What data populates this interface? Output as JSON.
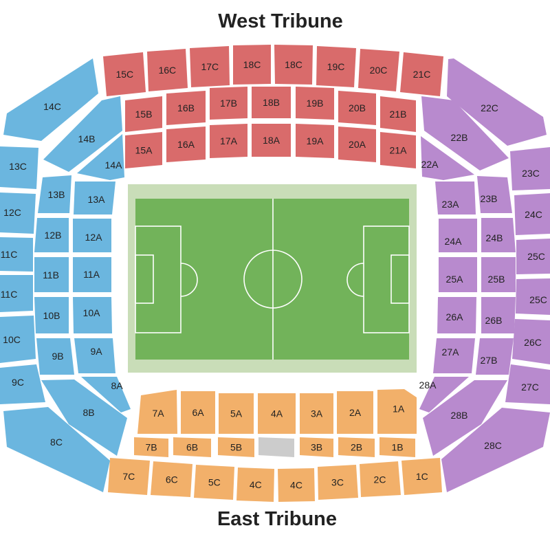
{
  "titles": {
    "north": "West Tribune",
    "south": "East Tribune"
  },
  "colors": {
    "west": "#d96b6b",
    "east": "#f2b06a",
    "north": "#6bb6df",
    "south": "#b88ace",
    "unsold": "#cccccc",
    "pitch_outer": "#c9ddb8",
    "pitch": "#72b35a"
  },
  "sections": {
    "west_c": [
      "15C",
      "16C",
      "17C",
      "18C",
      "18C",
      "19C",
      "20C",
      "21C"
    ],
    "west_b": [
      "15B",
      "16B",
      "17B",
      "18B",
      "19B",
      "20B",
      "21B"
    ],
    "west_a": [
      "15A",
      "16A",
      "17A",
      "18A",
      "19A",
      "20A",
      "21A"
    ],
    "east_a": [
      "7A",
      "6A",
      "5A",
      "4A",
      "3A",
      "2A",
      "1A"
    ],
    "east_b": [
      "7B",
      "6B",
      "5B",
      "",
      "3B",
      "2B",
      "1B"
    ],
    "east_c": [
      "7C",
      "6C",
      "5C",
      "4C",
      "4C",
      "3C",
      "2C",
      "1C"
    ],
    "left_c": [
      "14C",
      "13C",
      "12C",
      "11C",
      "11C",
      "10C",
      "9C",
      "8C"
    ],
    "left_b": [
      "14B",
      "13B",
      "12B",
      "11B",
      "10B",
      "9B",
      "8B"
    ],
    "left_a": [
      "14A",
      "13A",
      "12A",
      "11A",
      "10A",
      "9A"
    ],
    "right_c": [
      "22C",
      "23C",
      "24C",
      "25C",
      "25C",
      "26C",
      "27C",
      "28C"
    ],
    "right_b": [
      "22B",
      "23B",
      "24B",
      "25B",
      "26B",
      "27B",
      "28B"
    ],
    "right_a": [
      "22A",
      "23A",
      "24A",
      "25A",
      "26A",
      "27A"
    ],
    "corner_labels": [
      "8A",
      "28A"
    ]
  }
}
